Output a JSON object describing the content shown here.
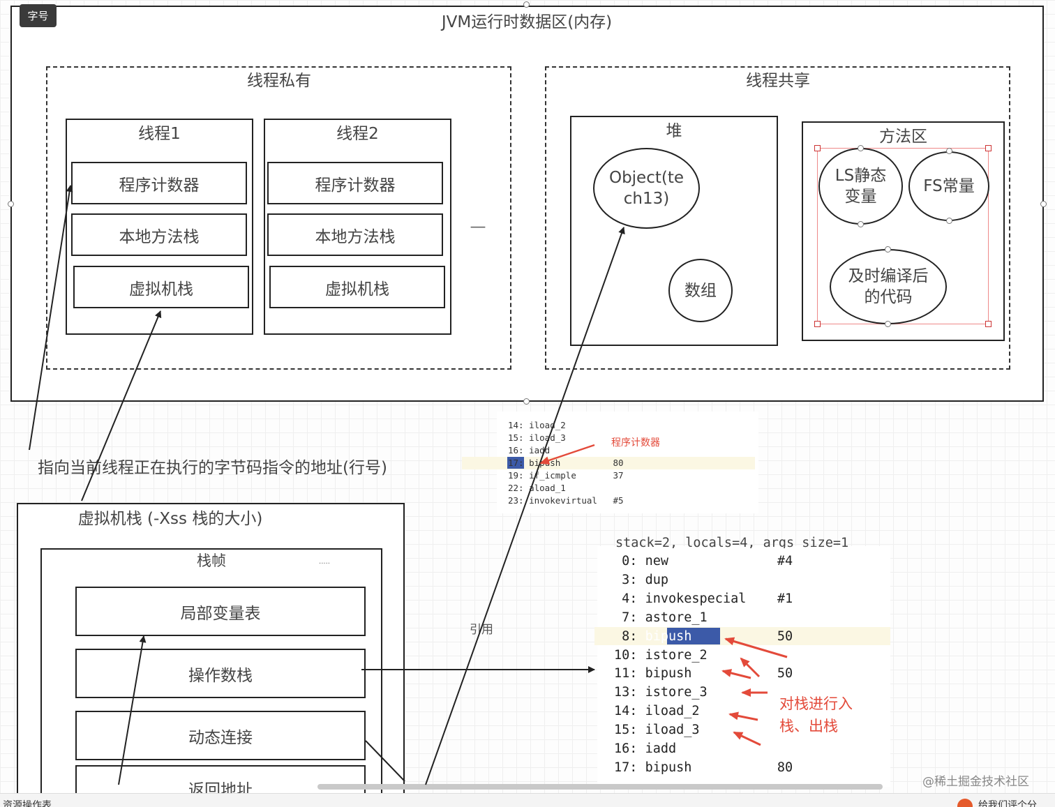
{
  "badge": "字号",
  "jvm": {
    "title": "JVM运行时数据区(内存)",
    "private_title": "线程私有",
    "shared_title": "线程共享",
    "threads": [
      {
        "title": "线程1",
        "cells": [
          "程序计数器",
          "本地方法栈",
          "虚拟机栈"
        ]
      },
      {
        "title": "线程2",
        "cells": [
          "程序计数器",
          "本地方法栈",
          "虚拟机栈"
        ]
      }
    ],
    "ellipsis_dash": "—",
    "heap": {
      "title": "堆",
      "object_line1": "Object(te",
      "object_line2": "ch13)",
      "array": "数组"
    },
    "method_area": {
      "title": "方法区",
      "ls_line1": "LS静态",
      "ls_line2": "变量",
      "fs": "FS常量",
      "jit_line1": "及时编译后",
      "jit_line2": "的代码"
    }
  },
  "pc_description": "指向当前线程正在执行的字节码指令的地址(行号)",
  "vm_stack": {
    "title": "虚拟机栈 (-Xss 栈的大小)",
    "frame_title": "栈帧",
    "frame_dots": ".....",
    "cells": [
      "局部变量表",
      "操作数栈",
      "动态连接",
      "返回地址"
    ]
  },
  "reference_label": "引用",
  "bytecode_small": {
    "lines": [
      {
        "no": "14:",
        "op": "iload_2",
        "arg": ""
      },
      {
        "no": "15:",
        "op": "iload_3",
        "arg": ""
      },
      {
        "no": "16:",
        "op": "iadd",
        "arg": ""
      },
      {
        "no": "17:",
        "op": "bipush",
        "arg": "80"
      },
      {
        "no": "19:",
        "op": "if_icmple",
        "arg": "37"
      },
      {
        "no": "22:",
        "op": "aload_1",
        "arg": ""
      },
      {
        "no": "23:",
        "op": "invokevirtual",
        "arg": "#5"
      }
    ],
    "annotation": "程序计数器"
  },
  "bytecode_large": {
    "header": "stack=2, locals=4, args_size=1",
    "lines": [
      {
        "no": "0:",
        "op": "new",
        "arg": "#4"
      },
      {
        "no": "3:",
        "op": "dup",
        "arg": ""
      },
      {
        "no": "4:",
        "op": "invokespecial",
        "arg": "#1"
      },
      {
        "no": "7:",
        "op": "astore_1",
        "arg": ""
      },
      {
        "no": "8:",
        "op": "bipush",
        "arg": "50"
      },
      {
        "no": "10:",
        "op": "istore_2",
        "arg": ""
      },
      {
        "no": "11:",
        "op": "bipush",
        "arg": "50"
      },
      {
        "no": "13:",
        "op": "istore_3",
        "arg": ""
      },
      {
        "no": "14:",
        "op": "iload_2",
        "arg": ""
      },
      {
        "no": "15:",
        "op": "iload_3",
        "arg": ""
      },
      {
        "no": "16:",
        "op": "iadd",
        "arg": ""
      },
      {
        "no": "17:",
        "op": "bipush",
        "arg": "80"
      }
    ],
    "annotation_line1": "对栈进行入",
    "annotation_line2": "栈、出栈"
  },
  "watermark": "@稀土掘金技术社区",
  "status_left": "资源操作表",
  "status_right": "给我们评个分"
}
